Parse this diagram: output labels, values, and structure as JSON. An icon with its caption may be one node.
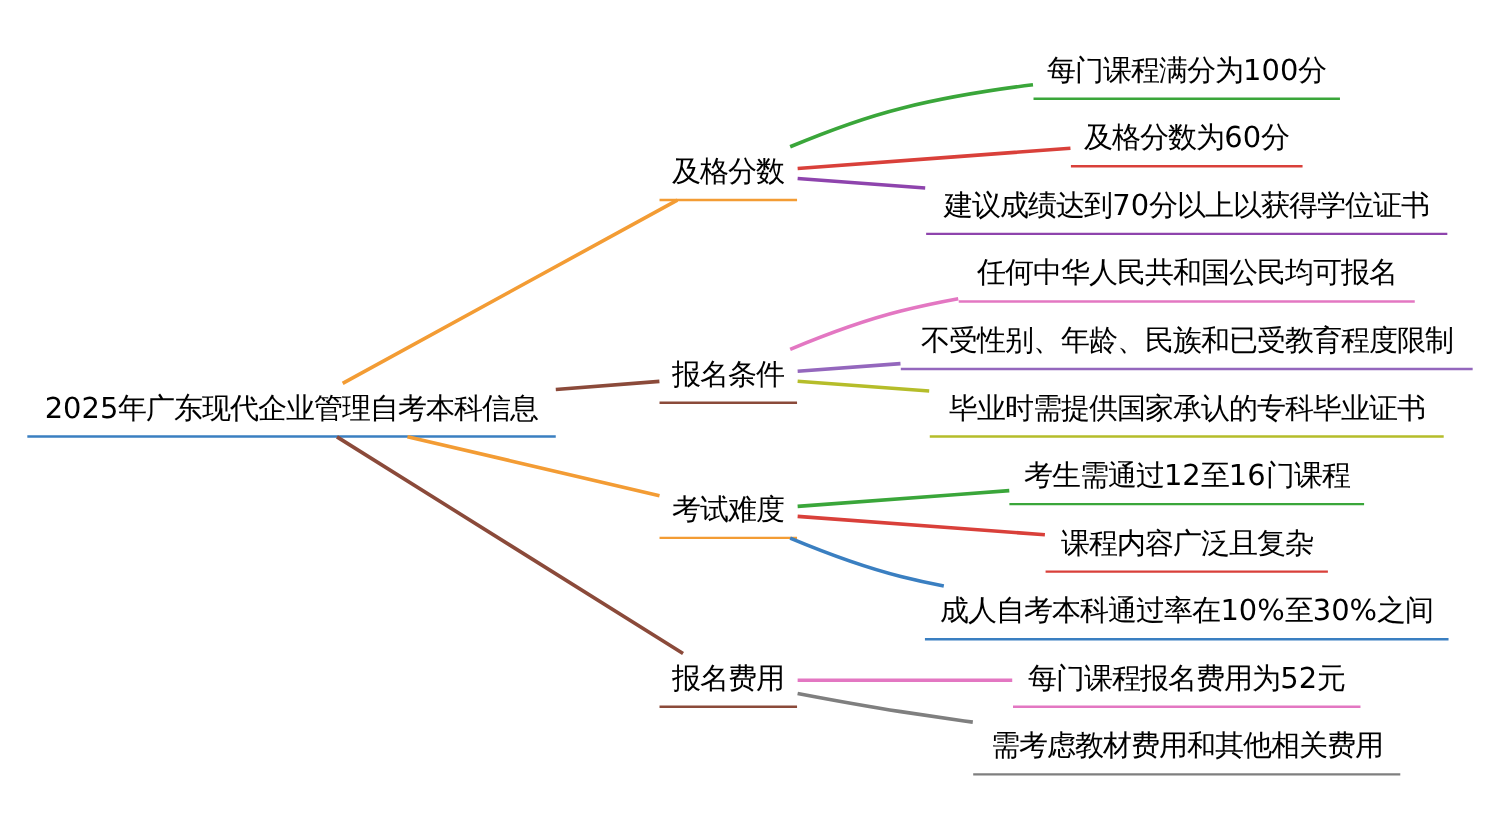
{
  "diagram": {
    "nodes": [
      {
        "text": [
          "2025年广东现代企业管理自考本科信息"
        ]
      },
      {
        "text": [
          "及格分数"
        ]
      },
      {
        "text": [
          "每门课程满分为100分"
        ]
      },
      {
        "text": [
          "及格分数为60分"
        ]
      },
      {
        "text": [
          "建议成绩达到70分以上以获得学位证书"
        ]
      },
      {
        "text": [
          "报名条件"
        ]
      },
      {
        "text": [
          "任何中华人民共和国公民均可报名"
        ]
      },
      {
        "text": [
          "不受性别、年龄、民族和已受教育程度限制"
        ]
      },
      {
        "text": [
          "毕业时需提供国家承认的专科毕业证书"
        ]
      },
      {
        "text": [
          "考试难度"
        ]
      },
      {
        "text": [
          "考生需通过12至16门课程"
        ]
      },
      {
        "text": [
          "课程内容广泛且复杂"
        ]
      },
      {
        "text": [
          "成人自考本科通过率在10%至30%之间"
        ]
      },
      {
        "text": [
          "报名费用"
        ]
      },
      {
        "text": [
          "每门课程报名费用为52元"
        ]
      },
      {
        "text": [
          "需考虑教材费用和其他相关费用"
        ]
      }
    ],
    "edges": [
      {
        "from": 0,
        "to": 1,
        "arrow": "none",
        "color": "#f39c34"
      },
      {
        "from": 1,
        "to": 2,
        "arrow": "none",
        "color": "#3aa63a"
      },
      {
        "from": 1,
        "to": 3,
        "arrow": "none",
        "color": "#d9403a"
      },
      {
        "from": 1,
        "to": 4,
        "arrow": "none",
        "color": "#8e44ad"
      },
      {
        "from": 0,
        "to": 5,
        "arrow": "none",
        "color": "#8b4a3a"
      },
      {
        "from": 5,
        "to": 6,
        "arrow": "none",
        "color": "#e377c2"
      },
      {
        "from": 5,
        "to": 7,
        "arrow": "none",
        "color": "#9467bd"
      },
      {
        "from": 5,
        "to": 8,
        "arrow": "none",
        "color": "#b5bd2a"
      },
      {
        "from": 0,
        "to": 9,
        "arrow": "none",
        "color": "#f39c34"
      },
      {
        "from": 9,
        "to": 10,
        "arrow": "none",
        "color": "#3aa63a"
      },
      {
        "from": 9,
        "to": 11,
        "arrow": "none",
        "color": "#d9403a"
      },
      {
        "from": 9,
        "to": 12,
        "arrow": "none",
        "color": "#3a7fc1"
      },
      {
        "from": 0,
        "to": 13,
        "arrow": "none",
        "color": "#8b4a3a"
      },
      {
        "from": 13,
        "to": 14,
        "arrow": "none",
        "color": "#e377c2"
      },
      {
        "from": 13,
        "to": 15,
        "arrow": "none",
        "color": "#7f7f7f"
      }
    ]
  }
}
